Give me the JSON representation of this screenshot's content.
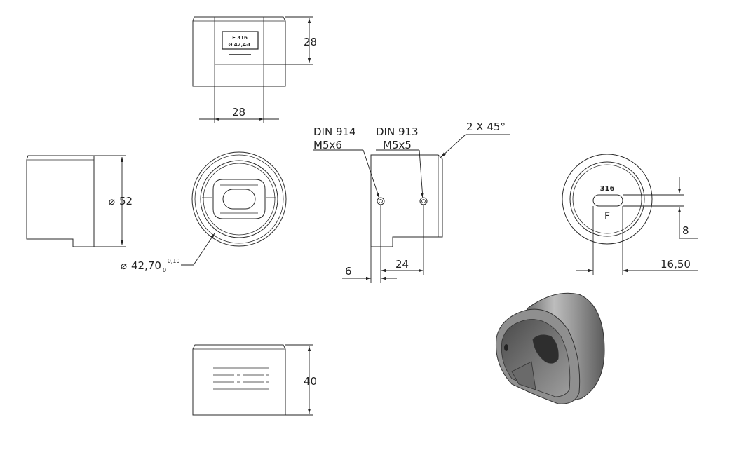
{
  "dimensions": {
    "top_height": "28",
    "top_width": "28",
    "side_diameter": "52",
    "front_bore": "42,70",
    "front_bore_tol_upper": "+0,10",
    "front_bore_tol_lower": "0",
    "screw1_std": "DIN 914",
    "screw1_size": "M5x6",
    "screw2_std": "DIN 913",
    "screw2_size": "M5x5",
    "chamfer": "2 X 45°",
    "offset_6": "6",
    "offset_24": "24",
    "right_8": "8",
    "right_16": "16,50",
    "bottom_40": "40"
  },
  "engraving": {
    "top_line1": "F 316",
    "top_line2": "Ø 42,4-L",
    "right_top": "316",
    "right_letter": "F"
  },
  "symbols": {
    "diameter": "⌀"
  }
}
